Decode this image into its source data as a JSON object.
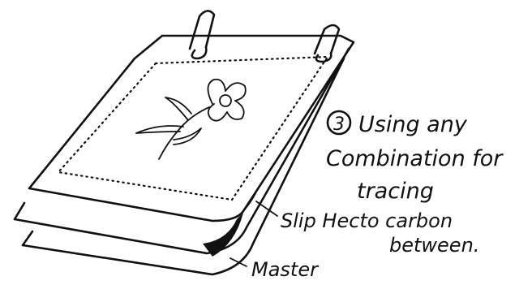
{
  "step": {
    "number": "3",
    "lines": [
      "Using any",
      "Combination for",
      "tracing"
    ]
  },
  "labels": {
    "slip_lines": [
      "Slip Hecto carbon",
      "between."
    ],
    "master": "Master"
  }
}
